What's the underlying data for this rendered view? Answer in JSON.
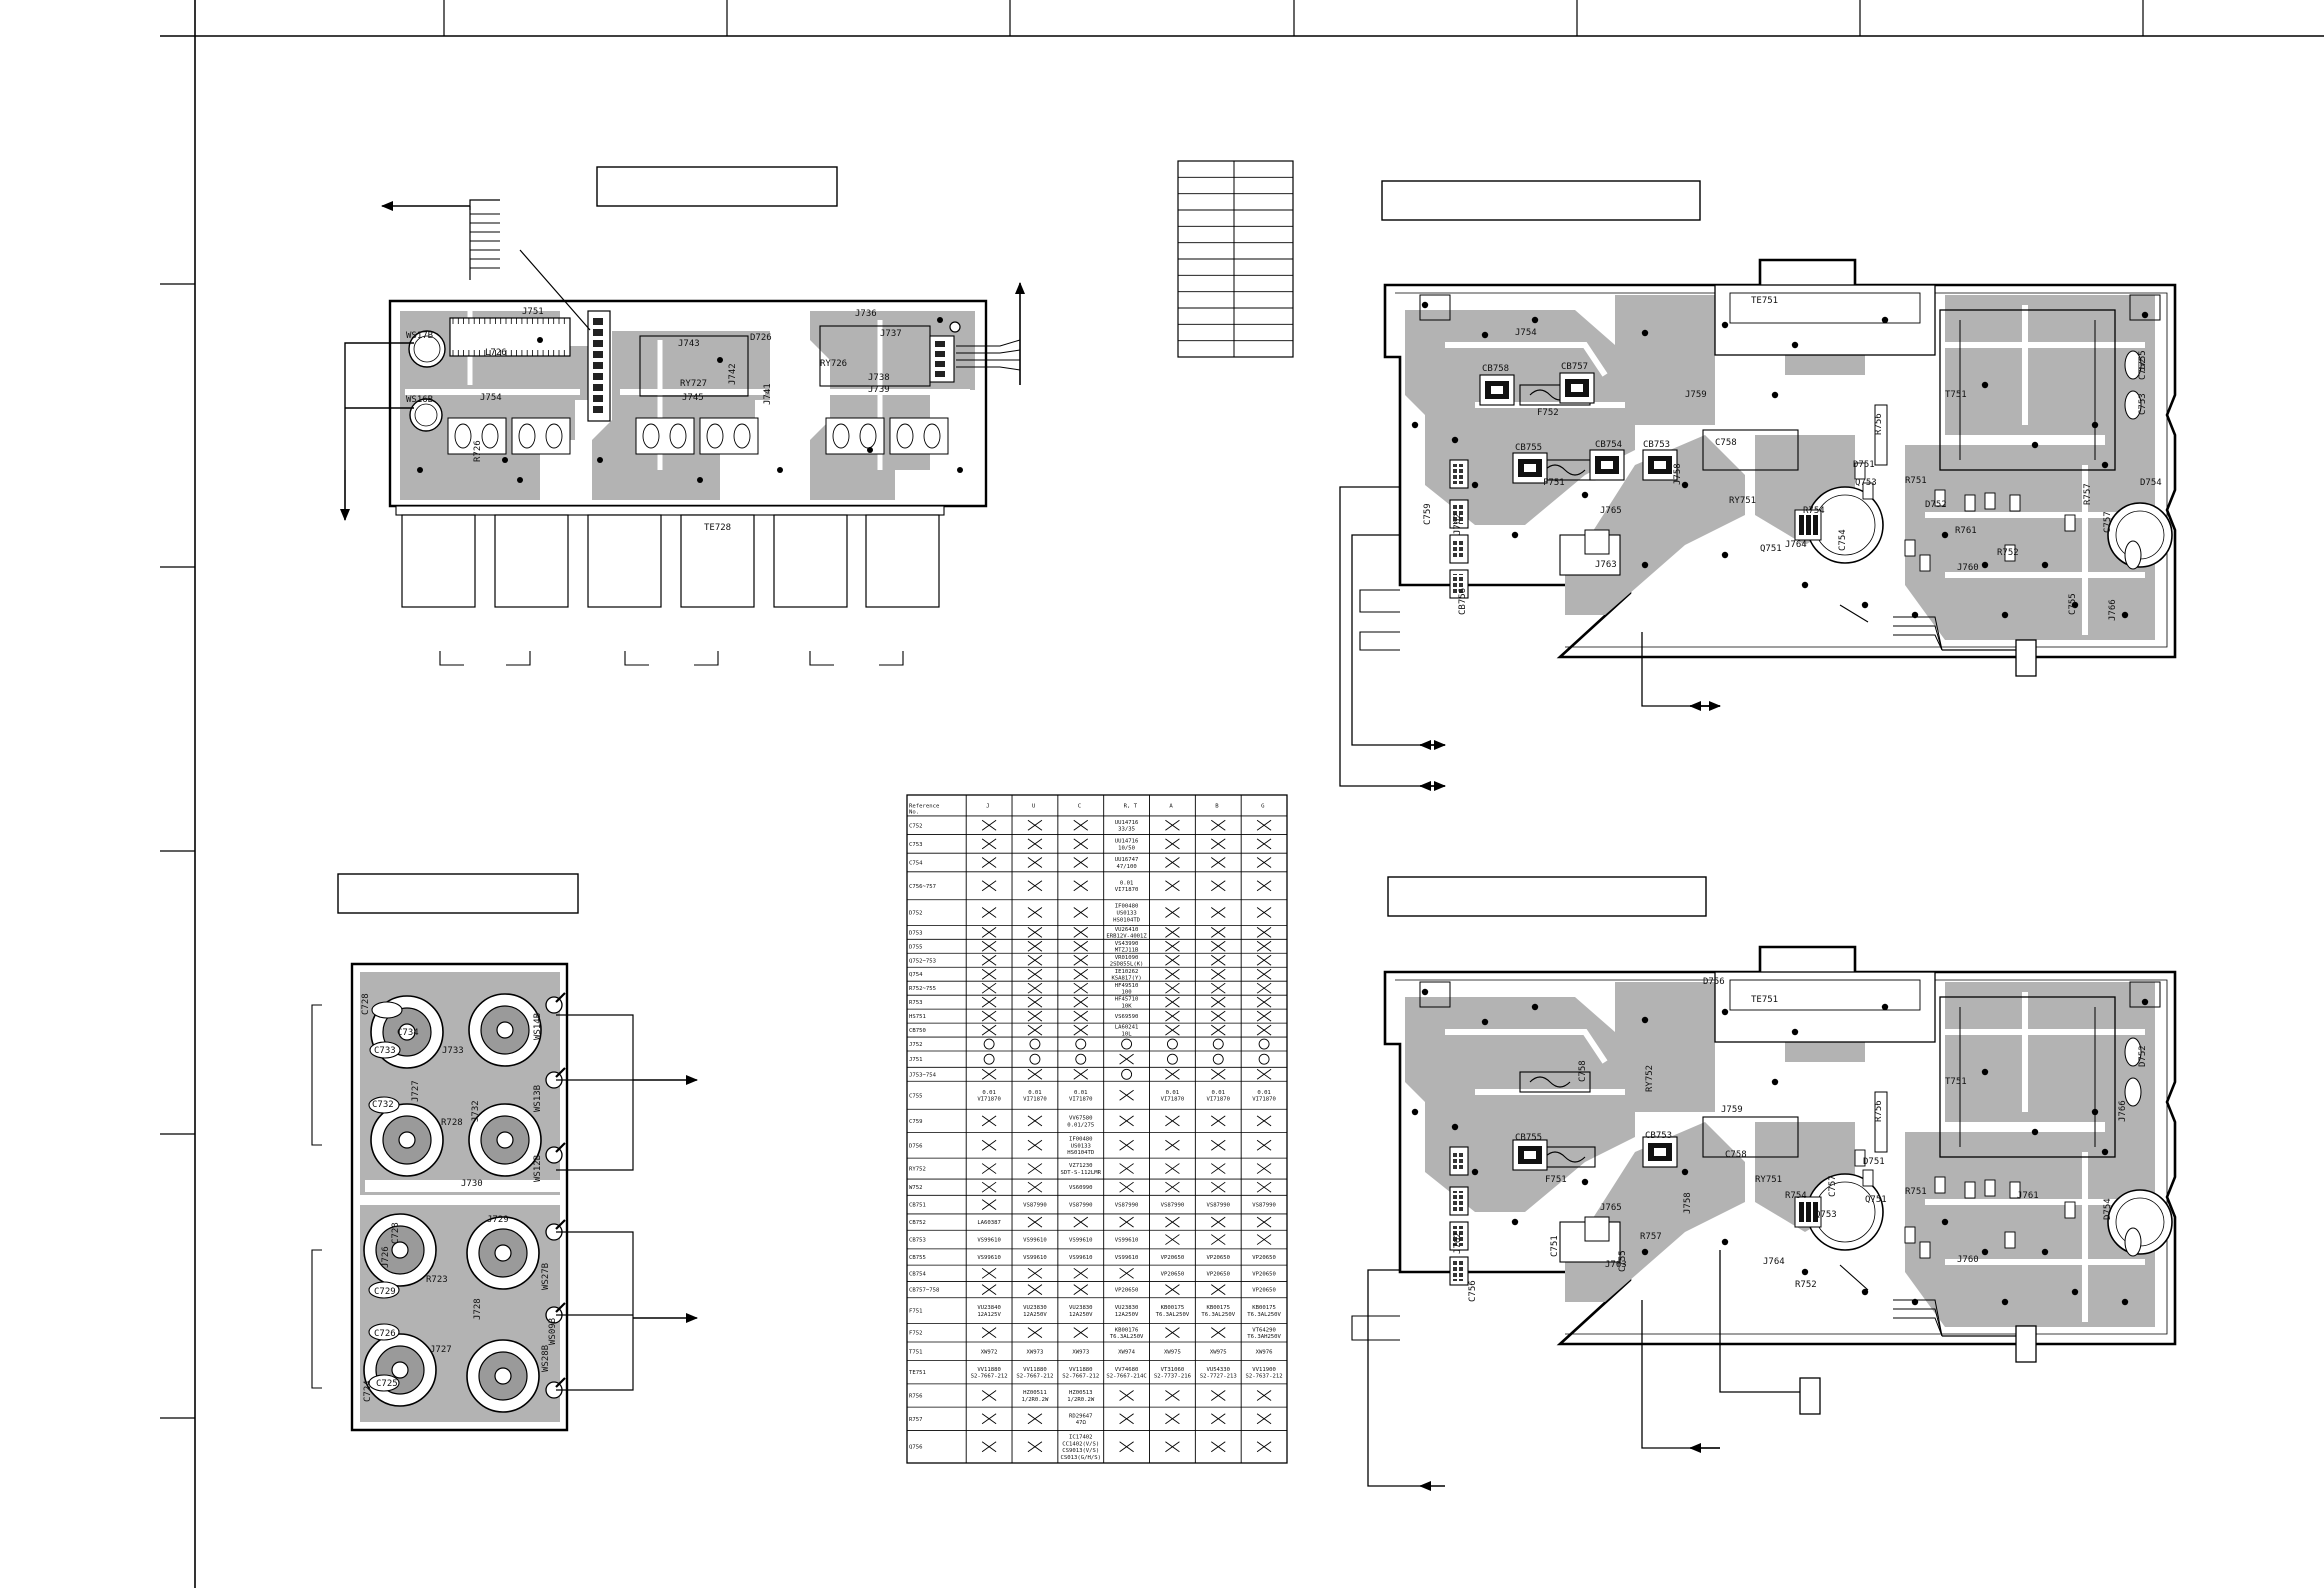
{
  "sheet": {
    "grid_columns": 8,
    "grid_rows": 5
  },
  "boards": {
    "board_a": {
      "labels": [
        "J751",
        "L726",
        "J754",
        "J743",
        "D726",
        "RY726",
        "J736",
        "J737",
        "J738",
        "J739",
        "RY727",
        "J742",
        "J745",
        "J741",
        "WS17B",
        "WS16B",
        "TE728",
        "R726"
      ]
    },
    "board_b": {
      "labels": [
        "C728",
        "C734",
        "WS14B",
        "C733",
        "J733",
        "WS13B",
        "C732",
        "J727",
        "J732",
        "R728",
        "WS12B",
        "J730",
        "J729",
        "C728",
        "J726",
        "J728",
        "WS27B",
        "R723",
        "C729",
        "WS28B",
        "C726",
        "J727",
        "C725",
        "WS09B",
        "C724"
      ]
    },
    "board_c": {
      "labels": [
        "TE751",
        "J754",
        "CB758",
        "CB757",
        "F752",
        "J759",
        "T751",
        "R756",
        "CB755",
        "CB754",
        "CB753",
        "C758",
        "F751",
        "R751",
        "D751",
        "Q753",
        "D754",
        "RY751",
        "R754",
        "D752",
        "J758",
        "J762",
        "J765",
        "C759",
        "R761",
        "J764",
        "Q751",
        "C754",
        "C757",
        "J763",
        "J766",
        "CB756",
        "J760",
        "R752",
        "R757",
        "C755",
        "C752",
        "C753",
        "J755"
      ]
    },
    "board_d": {
      "labels": [
        "TE751",
        "D756",
        "C758",
        "RY752",
        "J759",
        "T751",
        "R756",
        "CB755",
        "CB753",
        "F751",
        "C758",
        "RY751",
        "D751",
        "Q751",
        "R751",
        "J758",
        "R754",
        "Q753",
        "C757",
        "J761",
        "D754",
        "J762",
        "J765",
        "R757",
        "C755",
        "C751",
        "J763",
        "J764",
        "J760",
        "C756",
        "R752",
        "J766",
        "D752"
      ]
    }
  },
  "table": {
    "header": [
      "Reference No.",
      "J",
      "U",
      "C",
      "R, T",
      "A",
      "B",
      "G"
    ],
    "rows": [
      {
        "ref": "C752",
        "cells": [
          "x",
          "x",
          "x",
          "UU14716\n33/35",
          "x",
          "x",
          "x"
        ]
      },
      {
        "ref": "C753",
        "cells": [
          "x",
          "x",
          "x",
          "UU14716\n10/50",
          "x",
          "x",
          "x"
        ]
      },
      {
        "ref": "C754",
        "cells": [
          "x",
          "x",
          "x",
          "UU16747\n47/100",
          "x",
          "x",
          "x"
        ]
      },
      {
        "ref": "C756~757",
        "cells": [
          "x",
          "x",
          "x",
          "0.01\nVI71870",
          "x",
          "x",
          "x"
        ]
      },
      {
        "ref": "D752",
        "cells": [
          "x",
          "x",
          "x",
          "IF00480\nUS0133\nHS0104TD",
          "x",
          "x",
          "x"
        ]
      },
      {
        "ref": "D753",
        "cells": [
          "x",
          "x",
          "x",
          "VU26410\nERB12V-4001Z",
          "x",
          "x",
          "x"
        ]
      },
      {
        "ref": "D755",
        "cells": [
          "x",
          "x",
          "x",
          "VS43990\nMTZJ11B",
          "x",
          "x",
          "x"
        ]
      },
      {
        "ref": "Q752~753",
        "cells": [
          "x",
          "x",
          "x",
          "VR01090\n2SD855L(K)",
          "x",
          "x",
          "x"
        ]
      },
      {
        "ref": "Q754",
        "cells": [
          "x",
          "x",
          "x",
          "IE10262\nKSA817(Y)",
          "x",
          "x",
          "x"
        ]
      },
      {
        "ref": "R752~755",
        "cells": [
          "x",
          "x",
          "x",
          "HF49510\n100",
          "x",
          "x",
          "x"
        ]
      },
      {
        "ref": "R753",
        "cells": [
          "x",
          "x",
          "x",
          "HF45710\n10K",
          "x",
          "x",
          "x"
        ]
      },
      {
        "ref": "HS751",
        "cells": [
          "x",
          "x",
          "x",
          "VS69590",
          "x",
          "x",
          "x"
        ]
      },
      {
        "ref": "CB750",
        "cells": [
          "x",
          "x",
          "x",
          "LA60241\n10L",
          "x",
          "x",
          "x"
        ]
      },
      {
        "ref": "J752",
        "cells": [
          "o",
          "o",
          "o",
          "o",
          "o",
          "o",
          "o"
        ]
      },
      {
        "ref": "J751",
        "cells": [
          "o",
          "o",
          "o",
          "x",
          "o",
          "o",
          "o"
        ]
      },
      {
        "ref": "J753~754",
        "cells": [
          "x",
          "x",
          "x",
          "o",
          "x",
          "x",
          "x"
        ]
      },
      {
        "ref": "C755",
        "cells": [
          "0.01\nVI71870",
          "0.01\nVI71870",
          "0.01\nVI71870",
          "x",
          "0.01\nVI71870",
          "0.01\nVI71870",
          "0.01\nVI71870"
        ]
      },
      {
        "ref": "C759",
        "cells": [
          "x",
          "x",
          "VV67580\n0.01/275",
          "x",
          "x",
          "x",
          "x"
        ]
      },
      {
        "ref": "D756",
        "cells": [
          "x",
          "x",
          "IF00480\nUS0133\nHS0104TD",
          "x",
          "x",
          "x",
          "x"
        ]
      },
      {
        "ref": "RY752",
        "cells": [
          "x",
          "x",
          "VZ71230\nSDT-S-112LMR",
          "x",
          "x",
          "x",
          "x"
        ]
      },
      {
        "ref": "W752",
        "cells": [
          "x",
          "x",
          "VS60990",
          "x",
          "x",
          "x",
          "x"
        ]
      },
      {
        "ref": "CB751",
        "cells": [
          "x",
          "VS87990",
          "VS87990",
          "VS87990",
          "VS87990",
          "VS87990",
          "VS87990"
        ]
      },
      {
        "ref": "CB752",
        "cells": [
          "LA60387",
          "x",
          "x",
          "x",
          "x",
          "x",
          "x"
        ]
      },
      {
        "ref": "CB753",
        "cells": [
          "VS99610",
          "VS99610",
          "VS99610",
          "VS99610",
          "x",
          "x",
          "x"
        ]
      },
      {
        "ref": "CB755",
        "cells": [
          "VS99610",
          "VS99610",
          "VS99610",
          "VS99610",
          "VP20650",
          "VP20650",
          "VP20650"
        ]
      },
      {
        "ref": "CB754",
        "cells": [
          "x",
          "x",
          "x",
          "x",
          "VP20650",
          "VP20650",
          "VP20650"
        ]
      },
      {
        "ref": "CB757~758",
        "cells": [
          "x",
          "x",
          "x",
          "VP20650",
          "x",
          "x",
          "VP20650"
        ]
      },
      {
        "ref": "F751",
        "cells": [
          "VU23840\n12A125V",
          "VU23830\n12A250V",
          "VU23830\n12A250V",
          "VU23830\n12A250V",
          "KB00175\nT6.3AL250V",
          "KB00175\nT6.3AL250V",
          "KB00175\nT6.3AL250V"
        ]
      },
      {
        "ref": "F752",
        "cells": [
          "x",
          "x",
          "x",
          "KB00176\nT6.3AL250V",
          "x",
          "x",
          "VT64290\nT6.3AH250V"
        ]
      },
      {
        "ref": "T751",
        "cells": [
          "XW972",
          "XW973",
          "XW973",
          "XW974",
          "XW975",
          "XW975",
          "XW976"
        ]
      },
      {
        "ref": "TE751",
        "cells": [
          "VV11880\nS2-7667-212",
          "VV11880\nS2-7667-212",
          "VV11880\nS2-7667-212",
          "VV74680\nS2-7667-214C",
          "VT31060\nS2-7737-216",
          "VU54330\nS2-7727-213",
          "VV11900\nS2-7637-212"
        ]
      },
      {
        "ref": "R756",
        "cells": [
          "x",
          "HZ00511\n1/2R0.2W",
          "HZ00513\n1/2R0.2W",
          "x",
          "x",
          "x",
          "x"
        ]
      },
      {
        "ref": "R757",
        "cells": [
          "x",
          "x",
          "RD29647\n47Ω",
          "x",
          "x",
          "x",
          "x"
        ]
      },
      {
        "ref": "Q756",
        "cells": [
          "x",
          "x",
          "IC17402\nCC1402(V/S)\nCS9013(V/S)\nCS013(G/H/S)",
          "x",
          "x",
          "x",
          "x"
        ]
      }
    ]
  }
}
